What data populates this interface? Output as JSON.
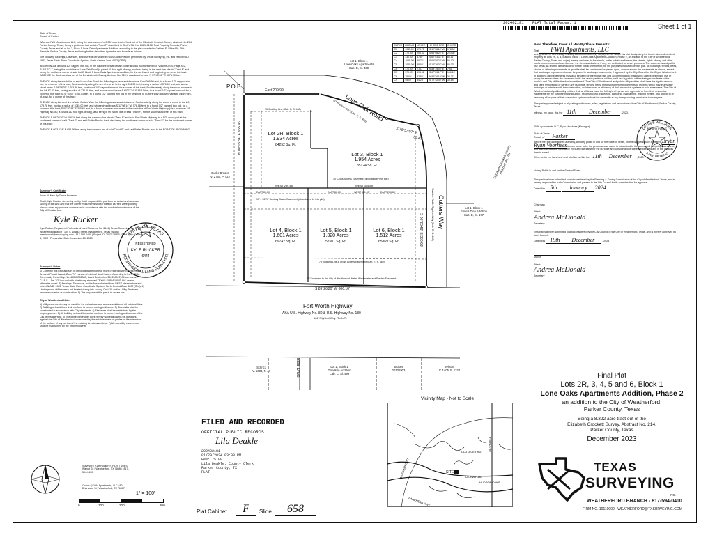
{
  "header": {
    "instrument_no": "202402181",
    "plat_pages": "PLAT Total Pages: 1",
    "sheet": "Sheet 1 of 1"
  },
  "left_column": {
    "state_line1": "State of Texas",
    "state_line2": "County of Parker",
    "whereas": "Whereas FWH Apartments, LLC, being the sole owner of a 8.322 acre tract of land out of the Elizabeth Crockett Survey, Abstract No. 214, Parker County, Texas; being a portion of that certain \"Tract F\" described in Clerk's File No. 202113138, Real Property Records, Parker County, Texas and all of Lot 2, Block 1 Lone Oaks Apartments Addition, according to the plat recorded in Cabinet E, Slide 460, Plat Records, Parker County, Texas and being further described by metes and bounds as follows:",
    "bearings": "The following Bearings, Distances, and/or Areas derived from GNSS observations performed by Texas Surveying, Inc. and reflect NAD 1983, Texas State Plane Coordinate System, North Central Zone 4202 (GRID)",
    "beginning": "BEGINNING at a found 1/2\" capped iron rod, in the east line of that certain Butler Brooks tract described in Volume 2750, Page 422, R.P.R.P.C.T., being the south line of Lone Oak Road (a paved 60 foot right-of-way), and also being in the west line of said \"Tract F\" and being the northwest corner of said Lot 2, Block 1 Lone Oaks Apartments Addition, for the northwest and beginning corner of this tract. WHENCE the Southwest corner of the Dennis Leeth Survey, Abstract No. 323 is calculated to bear N 07°43'40\" W 3075.90 feet.",
    "thence1": "THENCE along the south line of said Lone Oak Road the following courses and distances: East 209.99 feet, to a found 1/2\" capped iron rod, for a corner of this tract; Southeasterly, along the arc of a curve to the right 206.02 feet, having a radius of 370.00 feet, and whose chord bears S 68°08'25\" E 203.36 feet, to a found 1/2\" capped iron rod, for a corner of this tract; Southeasterly, along the arc of a curve to the left 87.87 feet, having a radius of 330.00 feet, and whose chord bears S 60°03'34\" E 86.11 feet, to a found 1/2\" capped iron rod, for a corner of this tract; S 78°53'07\" E 55.43 feet, to a found 1/2\" capped iron rod in the west line of Cutters Way (a paved variable width right-of-way), for a corner of this tract;",
    "thence2": "THENCE along the west line of said Cutters Way the following courses and distances: Southeasterly, along the arc of a curve to the left 178.78 feet, having a radius of 1045.00 feet, and whose chord bears S 12°08'14\" W 178.56 feet, to a found 1/2\" capped iron rod, for a corner of this tract; S 00°20'48\" E 300.66 feet, to a found concrete monument in the north line of Fort Worth Highway (also known as US Highway No. 80, a paved 162 foot right-of-way), also being in the south line of said \"Tract F\", for the southeast corner of this tract;",
    "thence3": "THENCE S 89°26'20\" W 606.16 feet along the common line of said \"Tract F\" and said Fort Worth Highway to a 1/2\" wood post at the southwest corner of said \"Tract F\" and said Butler Brooks tract, also being the southwest corner of said \"Tract F\", for the southwest corner of this tract;",
    "thence4": "THENCE N 00°15'34\" E 655.46 feet along the common line of said \"Tract F\" and said Butler Brooks tract to the POINT OF BEGINNING.",
    "surveyor_cert_title": "Surveyor's Certificate",
    "surveyor_cert_sub": "Know All Men By These Presents:",
    "surveyor_cert_text": "That I, Kyle Rucker, do hereby certify that I prepared this plat from an actual and accurate survey of the land and that the corner monuments shown thereon as \"set\" were properly placed under my personal supervision in accordance with the subdivision ordinance of the City of Weatherford.",
    "surveyor_name": "Kyle Rucker",
    "surveyor_details": "Kyle Rucker, Registered Professional Land Surveyor No. 6444 | Texas Surveying, Inc. - Weatherford Branch | 104 S. Walnut Street, Weatherford, Texas 76086 | weatherford@txsurveying.com - 817-594-0400 | Project ID: 2022128-FP | Field Date: October 4, 2023 | Preparation Date: November 28, 2023",
    "seal_text_top": "STATE OF TEXAS",
    "seal_registered": "REGISTERED",
    "seal_name": "KYLE RUCKER",
    "seal_number": "6444",
    "seal_text_bottom": "PROFESSIONAL LAND SURVEYOR",
    "notes_title": "Surveyor's Notes",
    "notes": "1) Currently this tract appears to be located within one or more of the following areas: Other Areas of Flood Hazard, Zone \"X\" - Areas of minimal flood hazard. According to the F.I.R.M. Community Panel Map No. 48367C0230E, dated September 26, 2008. 2) All corners are C.I.R.S. - Set 1/2\" iron rod with plastic cap stamped TEXAS SURVEYING INC unless otherwise noted. 3) Bearings, Distances, and/or Areas derived from GNSS observations and reflect N.A.D. 1983, Texas State Plane Coordinate System, North Central Zone 4202 (Grid). 4) Underground utilities were not located during this survey. Call 811 and/or Utility Providers before excavation or construction. 5) The purpose of this plat is to create lots.",
    "city_notes_title": "City of Weatherford Notes",
    "city_notes": "1) Utility easements may be used for the mutual use and accommodation of all public utilities. 2) Building setback lines shall conform to current zoning ordinance. 3) Sidewalks shall be constructed in accordance with City standards. 4) Fire lanes shall be maintained by the property owner. 5) All building setback lines shall conform to current zoning ordinances of the City of Weatherford. 6) The owner/developer does hereby waive all claims for damages against the City of Weatherford occasioned by the establishment of grades or the alterations of the surface of any portion of the existing streets and alleys. 7) All non-utility easements shall be maintained by the property owner.",
    "surveyor_block": "Surveyor: | Kyle Rucker, R.P.L.S. | 104 S. Walnut St. | Weatherford, TX 76086 | 817-594-0400",
    "owner_block": "Owner: | FWH Apartments, LLC | 801 Briarwood St | Weatherford, TX 76087",
    "scale_label": "1\" = 100'",
    "scale_ticks": [
      "0",
      "100",
      "200",
      "300"
    ]
  },
  "plat": {
    "pob": "P.O.B.",
    "lone_oak_road": "Lone Oak Road",
    "lone_oak_row": "60' Right-of-Way (Cab. E, S. 460)",
    "cutters_way": "Cutters Way",
    "cutters_row": "Variable Width Right-of-Way (Cab. E, S. 460)",
    "east_top": "East 209.99'",
    "bearing_top": "S 78°53'07\" E",
    "dist_top": "55.43'",
    "bearing_east": "S 00°20'48\" E  300.66'",
    "bearing_west": "N 00°15'34\" E  655.46'",
    "bearing_south": "S 89°26'20\" W  606.16'",
    "fort_worth_hwy": "Fort Worth Highway",
    "fort_worth_aka": "AKA U.S. Highway No. 80 & U.S. Highway No. 180",
    "fort_worth_row": "162' Right-of-Way (TxDoT)",
    "west_299": "WEST 299.48'",
    "west_305": "WEST 305.88'",
    "east_80_a": "EAST 80.00'",
    "east_80_b": "EAST 80.00'",
    "east_301": "WEST 301.00'",
    "east_205": "EAST 205.86'",
    "cross_access": "30' Cross Access Easement (dedicated by this plat)",
    "sanitary": "15' x 96.76' Sanitary Sewer Easement (abandoned by this plat)",
    "building_line_top": "25' Building Line (Cab. E, S. 460)",
    "building_line_bottom": "75' Building Line & Cross Access Easement (Cab. E, S. 460)",
    "water_easement": "15' Easement to the City of Weatherford Water, Wastewater and Electric Easement",
    "lot2r_title": "Lot 2R, Block 1",
    "lot2r_acres": "1.934 Acres",
    "lot2r_sqft": "84252 Sq. Ft.",
    "lot3_title": "Lot 3, Block 1",
    "lot3_acres": "1.954 Acres",
    "lot3_sqft": "85124 Sq. Ft.",
    "lot4_title": "Lot 4, Block 1",
    "lot4_acres": "1.601 Acres",
    "lot4_sqft": "69742 Sq. Ft.",
    "lot5_title": "Lot 5, Block 1",
    "lot5_acres": "1.320 Acres",
    "lot5_sqft": "57501 Sq. Ft.",
    "lot6_title": "Lot 6, Block 1",
    "lot6_acres": "1.512 Acres",
    "lot6_sqft": "65869 Sq. Ft.",
    "lone_oaks_top": "Lot 1, Block 1\nLone Oaks Apartments\nCab. E, Sl. 460",
    "butler_brooks": "Butler Brooks\nV. 2750, P. 422",
    "ernies_tree": "Lot 1, Block 1\nErnie's Tree Addition\nCab. E, Sl. 177",
    "crockett": "Elizabeth Crockett Survey\nAbstract No. 214",
    "schrick": "Schrick\nV. 1383, P. 47",
    "blair_drive": "Blair Drive",
    "goodson": "Lot 1, Block 1\nGoodson Addition\nCab. C, Sl. 499",
    "stokes": "Stokes\n20131903",
    "wilson": "Wilson\nV. 1405, P. 1324"
  },
  "curve_table": {
    "headers": [
      "CURVE",
      "RADIUS",
      "LENGTH",
      "CHORD BRG",
      "CHORD"
    ],
    "rows": [
      [
        "C1",
        "1045.00'",
        "178.78'",
        "S 12°08'14\" W",
        "178.56'"
      ],
      [
        "C2",
        "370.00'",
        "206.02'",
        "S 68°08'25\" E",
        "203.36'"
      ],
      [
        "C3",
        "330.00'",
        "87.87'",
        "S 60°03'34\" E",
        "86.11'"
      ],
      [
        "C4",
        "1045.00'",
        "90.72'",
        "S 09°50'22\" W",
        "90.70'"
      ],
      [
        "C5",
        "1045.00'",
        "88.06'",
        "S 14°26'07\" W",
        "88.03'"
      ],
      [
        "C6",
        "370.00'",
        "7.51'",
        "N 88°25'09\" E",
        "7.51'"
      ],
      [
        "C7",
        "370.00'",
        "198.51'",
        "S 67°23'17\" E",
        "196.13'"
      ],
      [
        "C8",
        "25.00'",
        "32.56'",
        "N 52°36'10\" W",
        "30.31'"
      ],
      [
        "C9",
        "55.00'",
        "34.23'",
        "N 72°52'49\" W",
        "33.68'"
      ]
    ]
  },
  "right_column": {
    "know_title": "Now, Therefore, Know All Men By These Presents:",
    "that_prefix": "That",
    "owner_name_hand": "FWH Apartments, LLC",
    "that_text": "acting herein by and through its duly authorized officer(s), do(es) hereby adopt this plat designating the herein above described property as Lots 2R, 3, 4, 5 and 6, Block 1 Lone Oaks Apartments Addition, Phase 2, an addition to the City of Weatherford, Parker County, Texas and do(es) hereby dedicate, in fee simple, to the public use forever, the streets, rights-of-way, and other public improvements shown thereon; the streets and alleys, if any, are dedicated for street purposes. The easements and public use areas, as shown, are dedicated, for the public use forever, for the purposes indicated on this plat. No buildings, fences, trees, shrubs or other improvements or growths shall be constructed or placed upon, over or across the easements as shown, except that landscape improvements may be placed in landscape easements, if approved by the City Council of the City of Weatherford. In addition, utility easements may also be used for the mutual use and accommodation of all public utilities desiring to use or using the same unless the easement limits the use to particular utilities, said use by public utilities being subordinate to the public's and City of Weatherford's use thereof. The City of Weatherford and public utility entities shall have the right to remove and keep removed all or parts of any buildings, fences, trees, shrubs or other improvements or growths which may in any way endanger or interfere with the construction, maintenance, or efficiency of their respective systems in said easements. The City of Weatherford and public utility entities shall at all times have the full right of ingress and egress to or from their respective easements for the purpose of constructing, reconstructing, inspecting, patrolling, maintaining, reading meters, and adding to or removing all or parts of their respective systems without the necessity at any time procuring permission from anyone.",
    "approved_text": "This plat approved subject to all platting ordinances, rules, regulations and resolutions of the City of Weatherford, Parker County, Texas.",
    "witness_prefix": "witness, my hand, this the",
    "witness_day": "11th",
    "witness_month": "December",
    "witness_year": ", 2023.",
    "owner_sig_caption": "FWH Apartments, LLC, Ryan Voorhees (Manager)",
    "state2": "State of Texas",
    "county2_prefix": "County of",
    "county2_hand": "Parker",
    "before_me": "Before me, the undersigned authority, a notary public in and for the State of Texas, on this day personally appeared",
    "appeared_name": "Bryan Ryan Voorhees",
    "known_text": "known to me to be the person whose name is subscribed to the above and foregoing instrument, and acknowledged to me that he executed the same for the purpose and considerations therein expressed and in the capacity therein stated.",
    "given_prefix": "Given under my hand and seal of office on this the",
    "given_day": "11th",
    "given_month": "December",
    "given_year": ", 2023.",
    "notary_caption": "Notary Public in and for the State of Texas",
    "notary_seal_name": "DENNIS WILLIAMS",
    "notary_seal_top": "NOTARY PUBLIC",
    "notary_seal_state": "STATE OF TEXAS",
    "p_and_z_text": "This plat has been submitted to and considered by the Planning & Zoning Commission of the City of Weatherford, Texas, and is hereby approved by such Commission and passed to the City Council for its consideration for approval.",
    "dated_prefix": "Dated this",
    "pz_day": "5th",
    "pz_month": "January",
    "pz_year": "2024",
    "chairman_caption": "Chairman",
    "attest1": "Attest:",
    "secretary1": "Secretary",
    "council_text": "This plat has been submitted to and considered by the City Council of the City of Weatherford, Texas, and is hereby approved by such Council.",
    "cc_day": "19th",
    "cc_month": "December",
    "cc_year": ", 2023",
    "mayor_caption": "Mayor",
    "attest2": "Attest:",
    "secretary2": "Secretary",
    "secretary_hand": "Andrea McDonald"
  },
  "title_block": {
    "line1": "Final Plat",
    "line2": "Lots 2R, 3, 4, 5 and 6, Block 1",
    "line3": "Lone Oaks Apartments Addition, Phase 2",
    "line4": "an addition to the City of Weatherford,",
    "line5": "Parker County, Texas",
    "line6": "Being a 8.322 acre tract out of the",
    "line7": "Elizabeth Crockett Survey, Abstract No. 214,",
    "line8": "Parker County, Texas",
    "line9": "December 2023",
    "company_line1": "TEXAS",
    "company_line2": "SURVEYING",
    "company_inc": "INC.",
    "branch": "WEATHERFORD BRANCH - 817-594-0400",
    "firm": "FIRM NO. 10110000 - WEATHERFORD@TXSURVEYING.COM"
  },
  "filed_box": {
    "title": "FILED AND RECORDED",
    "subtitle": "OFFICIAL PUBLIC RECORDS",
    "clerk_signature": "Lila Deakle",
    "line1": "202402181",
    "line2": "01/29/2024 03:03 PM",
    "line3": "Fee: 75.00",
    "line4": "Lila Deakle, County Clerk",
    "line5": "Parker County, TX",
    "line6": "PLAT"
  },
  "cabinet": {
    "label": "Plat Cabinet",
    "value": "F",
    "slide_label": "Slide",
    "slide_value": "658"
  },
  "vicinity": {
    "title": "Vicinity Map - Not to Scale",
    "site": "SITE",
    "labels": [
      "OLD DICEY RD",
      "US HWY 180",
      "HUDSON OAKS",
      "WEATHERFORD",
      "BANKHEAD HWY",
      "FM RD 730"
    ]
  }
}
